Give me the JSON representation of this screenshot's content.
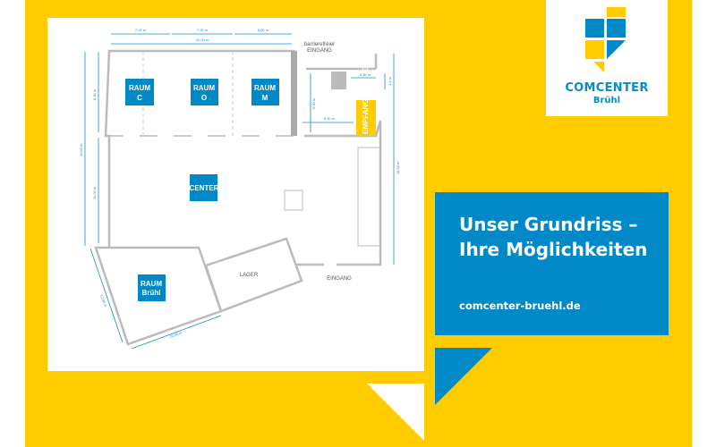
{
  "colors": {
    "yellow": "#ffcc00",
    "blue": "#0089c6",
    "wall": "#bbbbbb"
  },
  "floorplan": {
    "rooms": {
      "raum_c": [
        "RAUM",
        "C"
      ],
      "raum_o": [
        "RAUM",
        "O"
      ],
      "raum_m": [
        "RAUM",
        "M"
      ],
      "center": "CENTER",
      "raum_bruehl": [
        "RAUM",
        "Brühl"
      ],
      "lager": "LAGER",
      "empfang": "EMPFANGS-TRESEN"
    },
    "entrances": {
      "barrierefrei": [
        "barrierefreier",
        "EINGANG"
      ],
      "main": "EINGANG"
    },
    "dimensions": {
      "d1": "7,03 m",
      "d2": "7,30 m",
      "d3": "6,00 m",
      "total_top": "20,00 m",
      "left_upper": "8,30 m",
      "left_total": "30,60 m",
      "left_lower": "11,00 m",
      "small_top": "5,35 m",
      "tiny": "1,5 m",
      "mid_v": "6,00 m",
      "mid_h": "5,30 m",
      "right_total": "18,00 m",
      "bruehl_side": "12,00 m",
      "bruehl_bottom": "10,00 m"
    }
  },
  "logo": {
    "name": "COMCENTER",
    "sub": "Brühl"
  },
  "promo": {
    "headline_line1": "Unser Grundriss –",
    "headline_line2": "Ihre Möglichkeiten",
    "url": "comcenter-bruehl.de"
  }
}
